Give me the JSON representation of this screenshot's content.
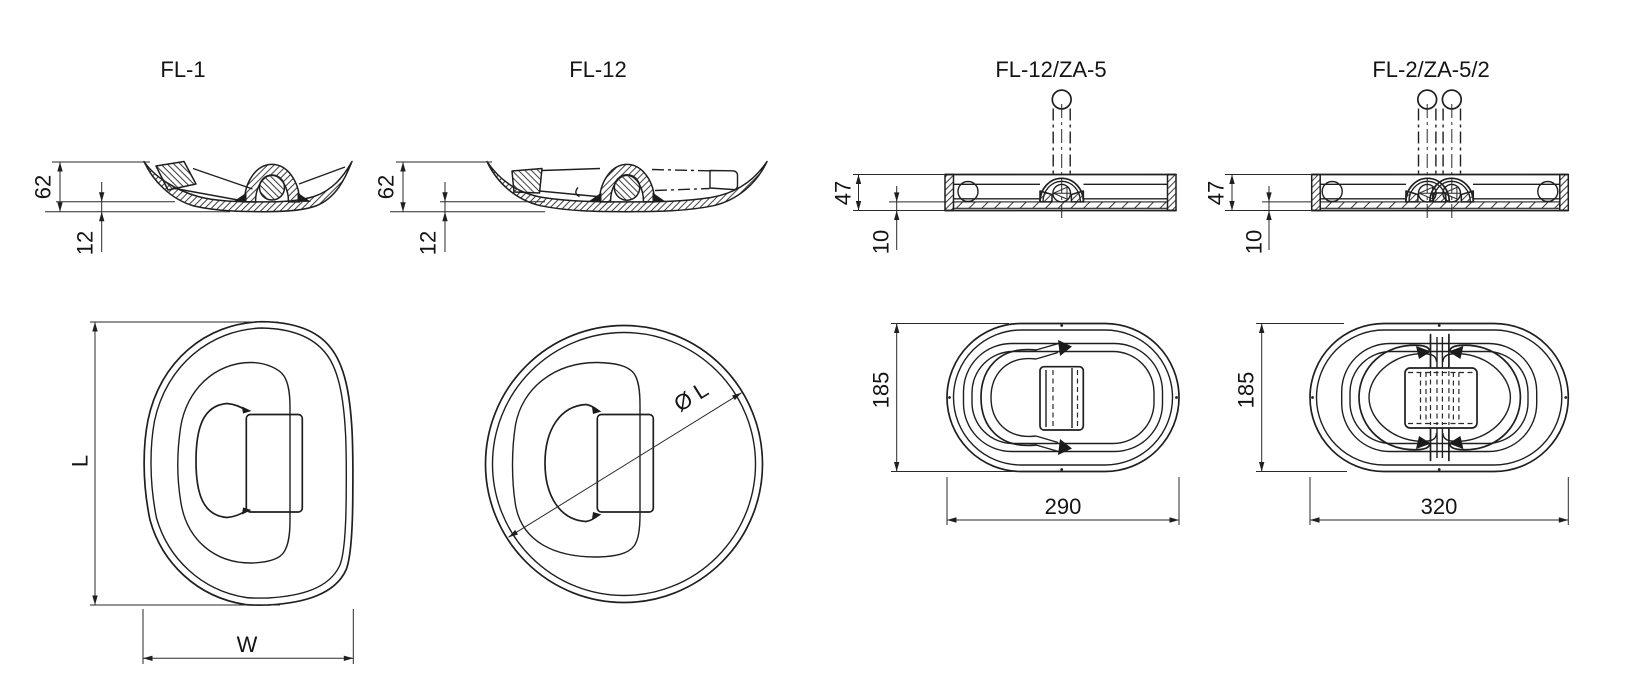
{
  "drawing": {
    "background": "#ffffff",
    "line_color": "#1f1f1f"
  },
  "figures": [
    {
      "title": "FL-1",
      "side": {
        "height": "62",
        "recess_depth": "12"
      },
      "plan": {
        "length_label": "L",
        "width_label": "W"
      }
    },
    {
      "title": "FL-12",
      "side": {
        "height": "62",
        "recess_depth": "12"
      },
      "plan": {
        "diameter_label": "Ø L"
      }
    },
    {
      "title": "FL-12/ZA-5",
      "side": {
        "height": "47",
        "recess_depth": "10"
      },
      "plan": {
        "height": "185",
        "width": "290"
      }
    },
    {
      "title": "FL-2/ZA-5/2",
      "side": {
        "height": "47",
        "recess_depth": "10"
      },
      "plan": {
        "height": "185",
        "width": "320"
      }
    }
  ]
}
